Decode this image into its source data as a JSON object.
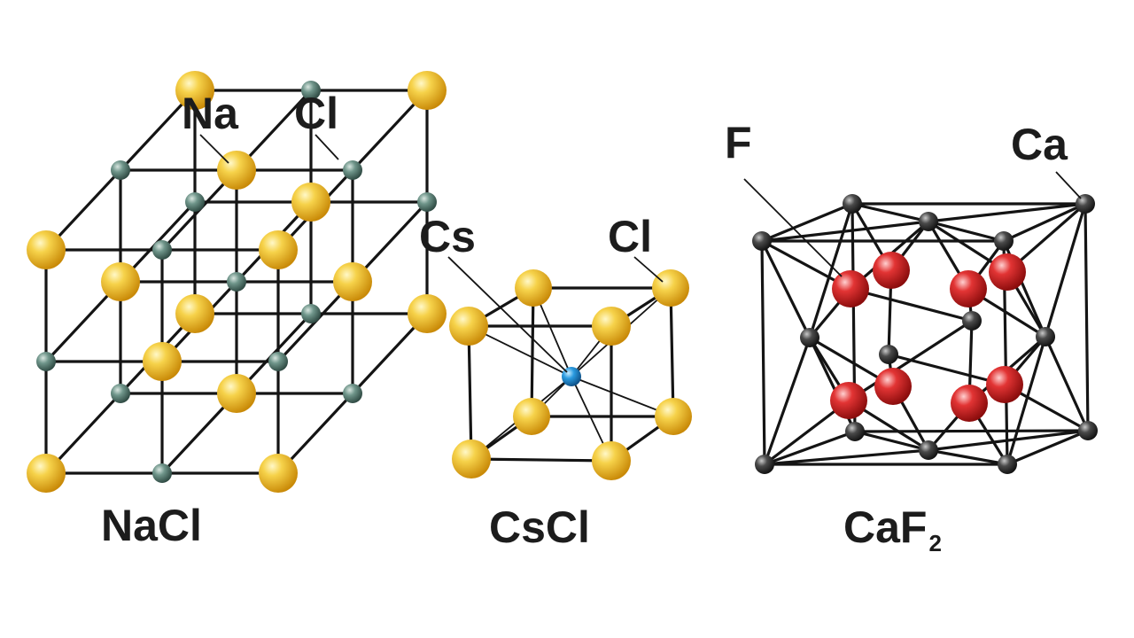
{
  "panels": [
    {
      "id": "nacl",
      "title": "NaCl",
      "labels": [
        "Na",
        "Cl"
      ]
    },
    {
      "id": "cscl",
      "title": "CsCl",
      "labels": [
        "Cs",
        "Cl"
      ]
    },
    {
      "id": "caf2",
      "title": "CaF",
      "title_subscript": "2",
      "labels": [
        "F",
        "Ca"
      ]
    }
  ],
  "colors": {
    "yellow_atom": "#f2c21e",
    "teal_atom": "#5f8478",
    "blue_atom": "#1f8fd6",
    "red_atom": "#d42a2a",
    "dark_atom": "#3a3a3a",
    "bond": "#141414"
  }
}
